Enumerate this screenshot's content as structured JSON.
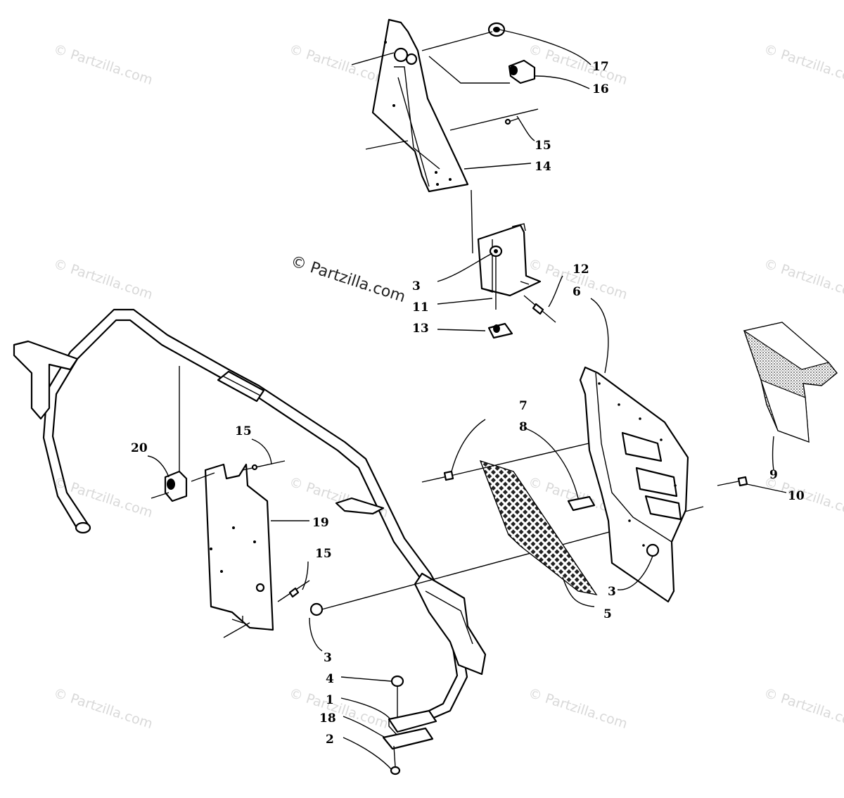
{
  "watermark": "© Partzilla.com",
  "copyright": "© Partzilla.com",
  "callouts": {
    "c1": "1",
    "c2": "2",
    "c3a": "3",
    "c3b": "3",
    "c3c": "3",
    "c4": "4",
    "c5": "5",
    "c6": "6",
    "c7": "7",
    "c8": "8",
    "c9": "9",
    "c10": "10",
    "c11": "11",
    "c12": "12",
    "c13": "13",
    "c14": "14",
    "c15a": "15",
    "c15b": "15",
    "c15c": "15",
    "c16": "16",
    "c17": "17",
    "c18": "18",
    "c19": "19",
    "c20": "20"
  }
}
